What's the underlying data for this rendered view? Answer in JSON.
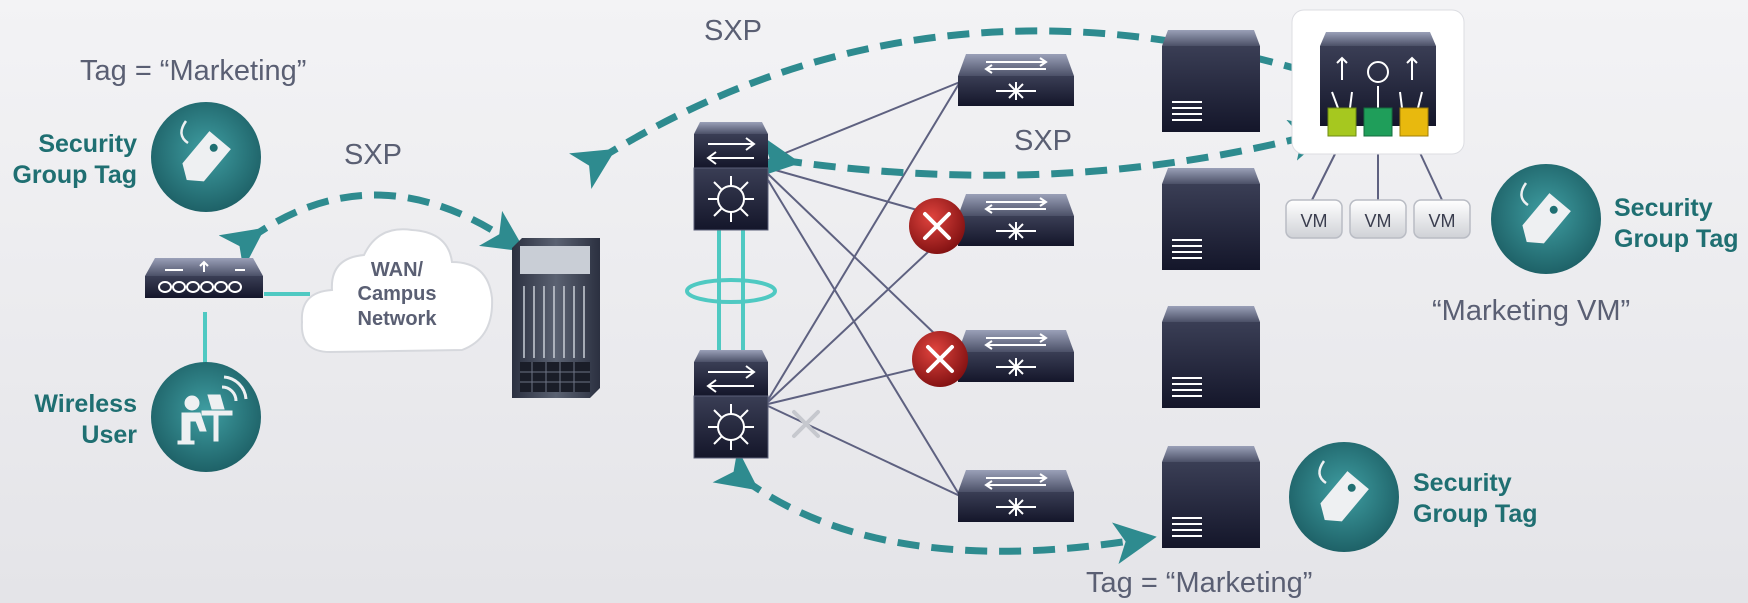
{
  "labels": {
    "tag_top": "Tag = “Marketing”",
    "tag_bottom": "Tag = “Marketing”",
    "marketing_vm": "“Marketing VM”",
    "sxp_left": "SXP",
    "sxp_top": "SXP",
    "sxp_mid": "SXP",
    "sgt_left_line1": "Security",
    "sgt_left_line2": "Group Tag",
    "sgt_right_line1": "Security",
    "sgt_right_line2": "Group Tag",
    "sgt_bottom_line1": "Security",
    "sgt_bottom_line2": "Group Tag",
    "wireless_line1": "Wireless",
    "wireless_line2": "User",
    "cloud_line1": "WAN/",
    "cloud_line2": "Campus",
    "cloud_line3": "Network",
    "vm1": "VM",
    "vm2": "VM",
    "vm3": "VM"
  },
  "icons": [
    "tag-icon",
    "wireless-user-icon",
    "router-icon",
    "cloud-icon",
    "chassis-switch-icon",
    "core-switch-icon",
    "access-switch-icon",
    "server-icon",
    "hypervisor-icon",
    "blocked-link-icon"
  ],
  "colors": {
    "teal": "#2e8b8f",
    "teal_text": "#1f6f72",
    "gray_text": "#5a5f73",
    "device_dark": "#23263a",
    "link_line": "#5e6180",
    "blocked_red": "#b3191c",
    "vm_green": "#1f9e5a",
    "vm_lime": "#a6c81f",
    "vm_yellow": "#e8b90e"
  }
}
